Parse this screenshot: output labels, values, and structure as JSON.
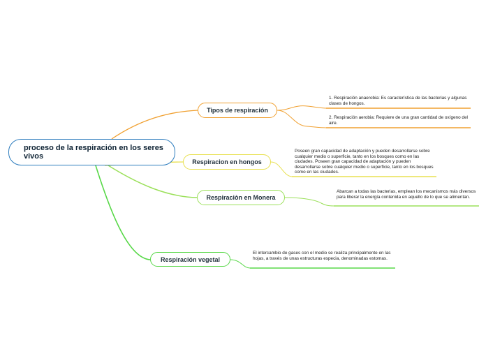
{
  "root": {
    "label": "proceso de la respiración en los seres vivos"
  },
  "colors": {
    "root_border": "#2b7bbd",
    "tipos": "#f0a030",
    "hongos": "#e8e050",
    "monera": "#9be05a",
    "vegetal": "#58d848",
    "background": "#ffffff"
  },
  "branches": {
    "tipos": {
      "label": "Tipos de respiración",
      "leaves": [
        "1. Respiración anaerobia: Es característica de las bacterias y algunas clases de hongos.",
        "2. Respiración aerobia: Requiere de una gran cantidad de oxígeno del aire."
      ]
    },
    "hongos": {
      "label": "Respiracion en hongos",
      "leaves": [
        "Poseen gran capacidad de adaptación y pueden desarrollarse sobre cualquier medio o superficie, tanto en los bosques como en las ciudades. Poseen gran capacidad de adaptación y pueden desarrollarse sobre cualquier medio o superficie, tanto en los bosques como en las ciudades."
      ]
    },
    "monera": {
      "label": "Respiraciòn en Monera",
      "leaves": [
        "Abarcan a todas las bacterias, emplean los mecanismos más diversos para liberar la energía contenida en aquello de lo que se alimentan."
      ]
    },
    "vegetal": {
      "label": "Respiración vegetal",
      "leaves": [
        "El intercambio de gases con el medio se realiza principalmente en las hojas, a través de unas estructuras especia, denominadas estomas."
      ]
    }
  }
}
